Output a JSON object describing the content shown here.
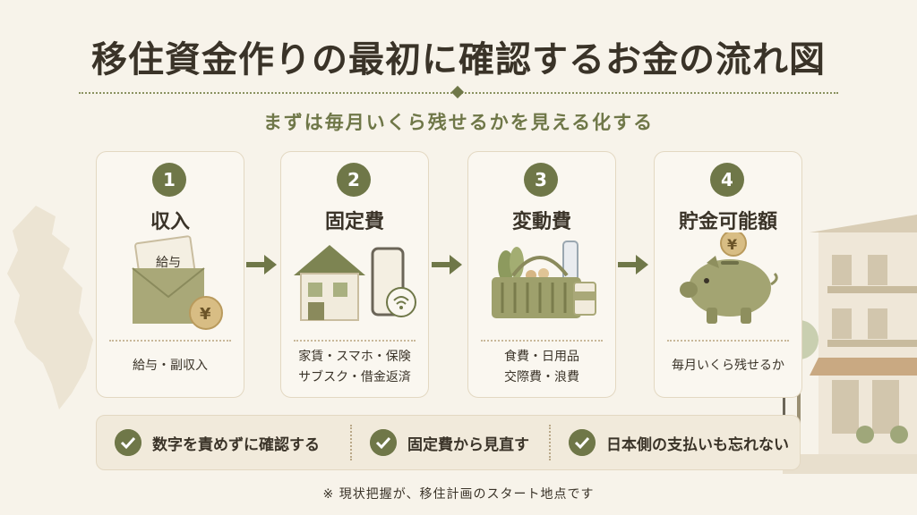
{
  "title": "移住資金作りの最初に確認するお金の流れ図",
  "subtitle": "まずは毎月いくら残せるかを見える化する",
  "steps": [
    {
      "number": "1",
      "label": "収入",
      "desc": [
        "給与・副収入"
      ],
      "illus_text": "給与",
      "coin": "¥"
    },
    {
      "number": "2",
      "label": "固定費",
      "desc": [
        "家賃・スマホ・保険",
        "サブスク・借金返済"
      ]
    },
    {
      "number": "3",
      "label": "変動費",
      "desc": [
        "食費・日用品",
        "交際費・浪費"
      ]
    },
    {
      "number": "4",
      "label": "貯金可能額",
      "desc": [
        "毎月いくら残せるか"
      ],
      "coin": "¥"
    }
  ],
  "checks": [
    "数字を責めずに確認する",
    "固定費から見直す",
    "日本側の支払いも忘れない"
  ],
  "footnote": "※ 現状把握が、移住計画のスタート地点です",
  "colors": {
    "accent": "#6f7748",
    "background": "#f7f3ea",
    "card": "#faf7f0",
    "text": "#3a3328"
  }
}
